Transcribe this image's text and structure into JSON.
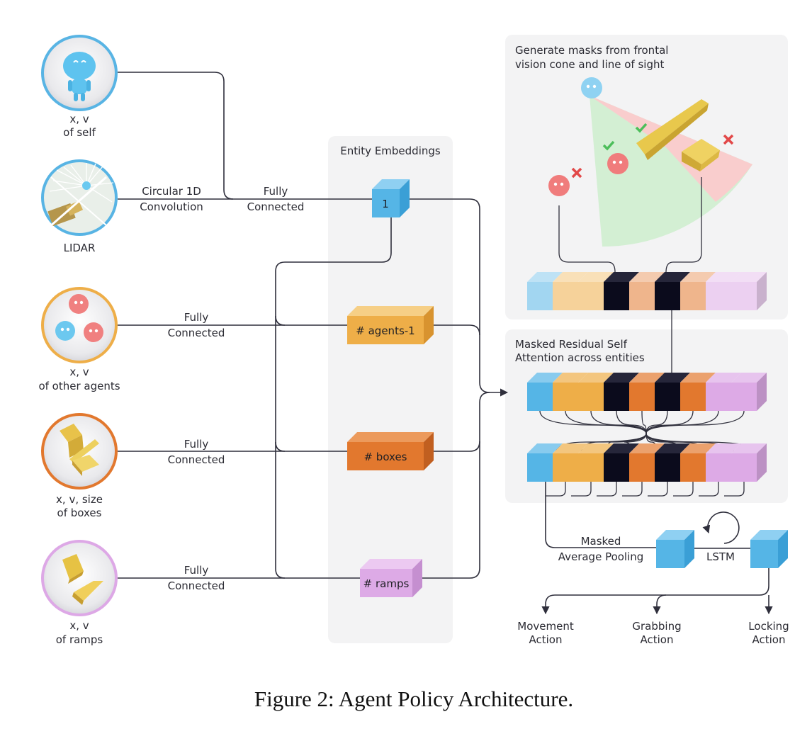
{
  "inputs": {
    "self": {
      "line1": "x, v",
      "line2": "of self"
    },
    "lidar": {
      "line1": "LIDAR"
    },
    "agents": {
      "line1": "x, v",
      "line2": "of other agents"
    },
    "boxes": {
      "line1": "x, v, size",
      "line2": "of boxes"
    },
    "ramps": {
      "line1": "x, v",
      "line2": "of ramps"
    }
  },
  "edges": {
    "circular1": "Circular 1D",
    "circular2": "Convolution",
    "fc_self1": "Fully",
    "fc_self2": "Connected",
    "fc_agents1": "Fully",
    "fc_agents2": "Connected",
    "fc_boxes1": "Fully",
    "fc_boxes2": "Connected",
    "fc_ramps1": "Fully",
    "fc_ramps2": "Connected"
  },
  "embeddings": {
    "title": "Entity Embeddings",
    "self_label": "1",
    "agents_label": "# agents-1",
    "boxes_label": "# boxes",
    "ramps_label": "# ramps"
  },
  "mask_panel": {
    "title1": "Generate masks from frontal",
    "title2": "vision cone and line of sight"
  },
  "attention_panel": {
    "title1": "Masked Residual Self",
    "title2": "Attention across entities"
  },
  "pooling": {
    "line1": "Masked",
    "line2": "Average Pooling"
  },
  "lstm": "LSTM",
  "outputs": {
    "movement1": "Movement",
    "movement2": "Action",
    "grabbing1": "Grabbing",
    "grabbing2": "Action",
    "locking1": "Locking",
    "locking2": "Action"
  },
  "caption": "Figure 2: Agent Policy Architecture.",
  "colors": {
    "self_blue": "#55b5e6",
    "agent_orange": "#eeae48",
    "box_orange": "#e2782e",
    "ramp_pink": "#ddaae6",
    "masked_black": "#0b0b1c",
    "panel_gray": "#f3f3f4",
    "cone_green": "#cfeccf",
    "cone_red": "#f7c9c9"
  },
  "icons": [
    "robot-self-icon",
    "lidar-scene-icon",
    "agents-icon",
    "boxes-icon",
    "ramps-icon",
    "check-icon",
    "cross-icon"
  ]
}
